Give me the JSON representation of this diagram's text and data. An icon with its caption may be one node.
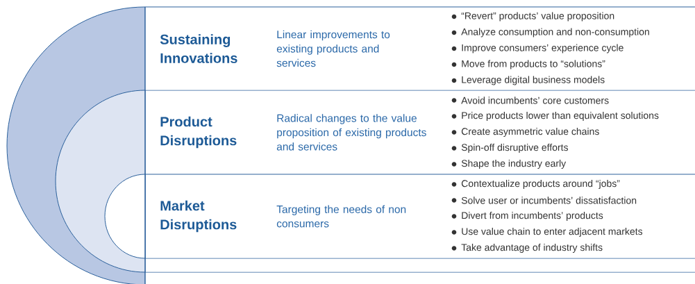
{
  "diagram": {
    "nodes": [
      {
        "text": [
          "Sustaining Innovations",
          "Linear improvements to existing products and services",
          "“Revert” products’ value proposition",
          "Analyze consumption and non-consumption",
          "Improve consumers’ experience cycle",
          "Move from products to “solutions”",
          "Leverage digital business models"
        ]
      },
      {
        "text": [
          "Product Disruptions",
          "Radical changes to the value proposition of existing products and services",
          "Avoid incumbents’ core customers",
          "Price products lower than equivalent solutions",
          "Create asymmetric value chains",
          "Spin-off disruptive efforts",
          "Shape the industry early"
        ]
      },
      {
        "text": [
          "Market Disruptions",
          "Targeting the needs of non consumers",
          "Contextualize products around “jobs”",
          "Solve user or incumbents’ dissatisfaction",
          "Divert from incumbents’ products",
          "Use value chain to enter adjacent markets",
          "Take advantage of industry shifts"
        ]
      }
    ]
  }
}
